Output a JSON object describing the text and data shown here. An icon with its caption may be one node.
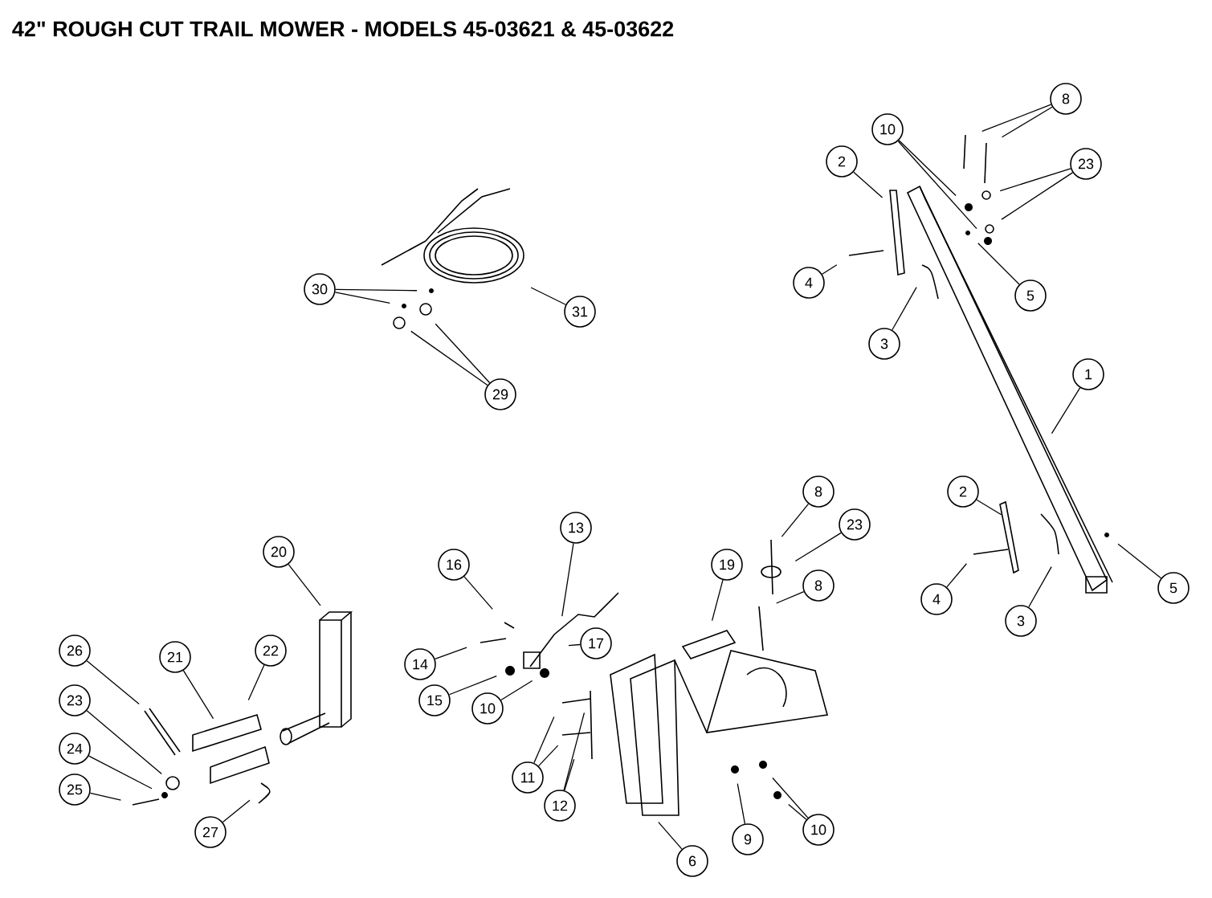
{
  "diagram": {
    "title": "42\" ROUGH CUT TRAIL MOWER - MODELS 45-03621 & 45-03622",
    "nodes": [
      {
        "text": [
          "8"
        ]
      },
      {
        "text": [
          "10"
        ]
      },
      {
        "text": [
          "2"
        ]
      },
      {
        "text": [
          "23"
        ]
      },
      {
        "text": [
          "4"
        ]
      },
      {
        "text": [
          "5"
        ]
      },
      {
        "text": [
          "30"
        ]
      },
      {
        "text": [
          "31"
        ]
      },
      {
        "text": [
          "3"
        ]
      },
      {
        "text": [
          "1"
        ]
      },
      {
        "text": [
          "29"
        ]
      },
      {
        "text": [
          "2"
        ]
      },
      {
        "text": [
          "8"
        ]
      },
      {
        "text": [
          "13"
        ]
      },
      {
        "text": [
          "23"
        ]
      },
      {
        "text": [
          "20"
        ]
      },
      {
        "text": [
          "16"
        ]
      },
      {
        "text": [
          "19"
        ]
      },
      {
        "text": [
          "8"
        ]
      },
      {
        "text": [
          "5"
        ]
      },
      {
        "text": [
          "4"
        ]
      },
      {
        "text": [
          "3"
        ]
      },
      {
        "text": [
          "17"
        ]
      },
      {
        "text": [
          "26"
        ]
      },
      {
        "text": [
          "21"
        ]
      },
      {
        "text": [
          "22"
        ]
      },
      {
        "text": [
          "14"
        ]
      },
      {
        "text": [
          "23"
        ]
      },
      {
        "text": [
          "15"
        ]
      },
      {
        "text": [
          "10"
        ]
      },
      {
        "text": [
          "24"
        ]
      },
      {
        "text": [
          "11"
        ]
      },
      {
        "text": [
          "25"
        ]
      },
      {
        "text": [
          "12"
        ]
      },
      {
        "text": [
          "10"
        ]
      },
      {
        "text": [
          "9"
        ]
      },
      {
        "text": [
          "27"
        ]
      },
      {
        "text": [
          "6"
        ]
      }
    ],
    "edges": [
      {
        "from": 0,
        "to": null,
        "arrow": "none"
      },
      {
        "from": 0,
        "to": null,
        "arrow": "none"
      },
      {
        "from": 1,
        "to": null,
        "arrow": "none"
      },
      {
        "from": 1,
        "to": null,
        "arrow": "none"
      },
      {
        "from": 2,
        "to": null,
        "arrow": "none"
      },
      {
        "from": 3,
        "to": null,
        "arrow": "none"
      },
      {
        "from": 3,
        "to": null,
        "arrow": "none"
      },
      {
        "from": 4,
        "to": null,
        "arrow": "none"
      },
      {
        "from": 5,
        "to": null,
        "arrow": "none"
      },
      {
        "from": 6,
        "to": null,
        "arrow": "none"
      },
      {
        "from": 6,
        "to": null,
        "arrow": "none"
      },
      {
        "from": 7,
        "to": null,
        "arrow": "none"
      },
      {
        "from": 8,
        "to": null,
        "arrow": "none"
      },
      {
        "from": 9,
        "to": null,
        "arrow": "none"
      },
      {
        "from": 10,
        "to": null,
        "arrow": "none"
      },
      {
        "from": 10,
        "to": null,
        "arrow": "none"
      },
      {
        "from": 11,
        "to": null,
        "arrow": "none"
      },
      {
        "from": 12,
        "to": null,
        "arrow": "none"
      },
      {
        "from": 13,
        "to": null,
        "arrow": "none"
      },
      {
        "from": 14,
        "to": null,
        "arrow": "none"
      },
      {
        "from": 15,
        "to": null,
        "arrow": "none"
      },
      {
        "from": 16,
        "to": null,
        "arrow": "none"
      },
      {
        "from": 17,
        "to": null,
        "arrow": "none"
      },
      {
        "from": 18,
        "to": null,
        "arrow": "none"
      },
      {
        "from": 19,
        "to": null,
        "arrow": "none"
      },
      {
        "from": 20,
        "to": null,
        "arrow": "none"
      },
      {
        "from": 21,
        "to": null,
        "arrow": "none"
      },
      {
        "from": 22,
        "to": null,
        "arrow": "none"
      },
      {
        "from": 23,
        "to": null,
        "arrow": "none"
      },
      {
        "from": 24,
        "to": null,
        "arrow": "none"
      },
      {
        "from": 25,
        "to": null,
        "arrow": "none"
      },
      {
        "from": 26,
        "to": null,
        "arrow": "none"
      },
      {
        "from": 27,
        "to": null,
        "arrow": "none"
      },
      {
        "from": 28,
        "to": null,
        "arrow": "none"
      },
      {
        "from": 29,
        "to": null,
        "arrow": "none"
      },
      {
        "from": 30,
        "to": null,
        "arrow": "none"
      },
      {
        "from": 31,
        "to": null,
        "arrow": "none"
      },
      {
        "from": 31,
        "to": null,
        "arrow": "none"
      },
      {
        "from": 32,
        "to": null,
        "arrow": "none"
      },
      {
        "from": 33,
        "to": null,
        "arrow": "none"
      },
      {
        "from": 33,
        "to": null,
        "arrow": "none"
      },
      {
        "from": 34,
        "to": null,
        "arrow": "none"
      },
      {
        "from": 34,
        "to": null,
        "arrow": "none"
      },
      {
        "from": 35,
        "to": null,
        "arrow": "none"
      },
      {
        "from": 36,
        "to": null,
        "arrow": "none"
      },
      {
        "from": 37,
        "to": null,
        "arrow": "none"
      }
    ]
  }
}
